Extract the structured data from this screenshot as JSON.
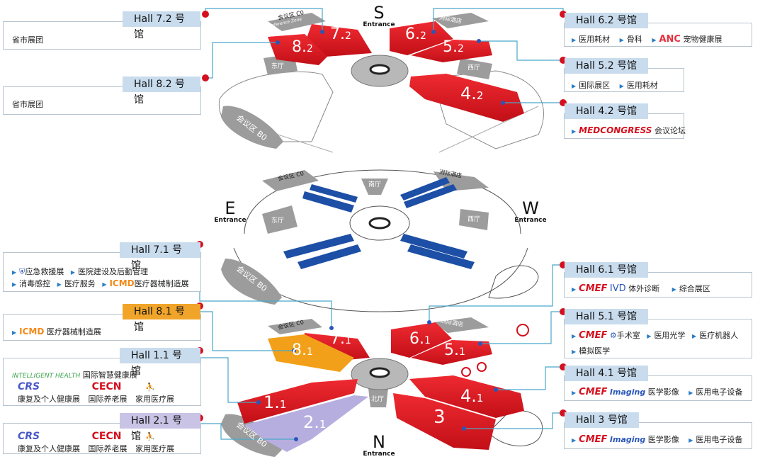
{
  "compass": {
    "s": {
      "letter": "S",
      "entrance": "Entrance"
    },
    "e": {
      "letter": "E",
      "entrance": "Entrance"
    },
    "w": {
      "letter": "W",
      "entrance": "Entrance"
    },
    "n": {
      "letter": "N",
      "entrance": "Entrance"
    }
  },
  "map_labels": {
    "conf_c0": "会议区 C0",
    "conf_zone": "Conference Zone",
    "conf_b0": "会议区 B0",
    "hotel": "洲际酒店",
    "east_hall": "东厅",
    "west_hall": "西厅",
    "south_hall": "南厅",
    "north_hall": "北厅"
  },
  "halls": {
    "h72": {
      "big": "7.",
      "small": "2"
    },
    "h82": {
      "big": "8.",
      "small": "2"
    },
    "h62": {
      "big": "6.",
      "small": "2"
    },
    "h52": {
      "big": "5.",
      "small": "2"
    },
    "h42": {
      "big": "4.",
      "small": "2"
    },
    "h71": {
      "big": "7.",
      "small": "1"
    },
    "h81": {
      "big": "8.",
      "small": "1"
    },
    "h61": {
      "big": "6.",
      "small": "1"
    },
    "h51": {
      "big": "5.",
      "small": "1"
    },
    "h11": {
      "big": "1.",
      "small": "1"
    },
    "h21": {
      "big": "2.",
      "small": "1"
    },
    "h41": {
      "big": "4.",
      "small": "1"
    },
    "h3": {
      "big": "3",
      "small": ""
    }
  },
  "cards": {
    "hall72": {
      "title": "Hall 7.2 号馆",
      "line1": "省市展团"
    },
    "hall82": {
      "title": "Hall 8.2 号馆",
      "line1": "省市展团"
    },
    "hall62": {
      "title": "Hall 6.2 号馆",
      "items": [
        "医用耗材",
        "骨科"
      ],
      "anc": "ANC",
      "anc_text": "宠物健康展"
    },
    "hall52": {
      "title": "Hall 5.2 号馆",
      "items": [
        "国际展区",
        "医用耗材"
      ]
    },
    "hall42": {
      "title": "Hall 4.2 号馆",
      "logo": "MEDCONGRESS",
      "text": "会议论坛"
    },
    "hall71": {
      "title": "Hall 7.1 号馆",
      "items": [
        "应急救援展",
        "医院建设及后勤管理",
        "消毒感控",
        "医疗服务"
      ],
      "icmd": "ICMD",
      "icmd_text": "医疗器械制造展"
    },
    "hall81": {
      "title": "Hall 8.1 号馆",
      "icmd": "ICMD",
      "icmd_text": "医疗器械制造展"
    },
    "hall11": {
      "title": "Hall 1.1 号馆",
      "int_logo": "INTELLIGENT HEALTH",
      "int_text": "国际智慧健康展",
      "crs": "CRS",
      "crs_text": "康复及个人健康展",
      "cecn": "CECN",
      "cecn_text": "国际养老展",
      "home_text": "家用医疗展"
    },
    "hall21": {
      "title": "Hall 2.1 号馆",
      "crs": "CRS",
      "crs_text": "康复及个人健康展",
      "cecn": "CECN",
      "cecn_text": "国际养老展",
      "home_text": "家用医疗展"
    },
    "hall61": {
      "title": "Hall 6.1 号馆",
      "cmef": "CMEF",
      "ivd": "IVD",
      "ivd_text": "体外诊断",
      "item": "综合展区"
    },
    "hall51": {
      "title": "Hall 5.1 号馆",
      "cmef": "CMEF",
      "cmef_text": "手术室",
      "items": [
        "医用光学",
        "医疗机器人",
        "模拟医学"
      ]
    },
    "hall41": {
      "title": "Hall 4.1 号馆",
      "cmef": "CMEF",
      "imaging": "Imaging",
      "img_text": "医学影像",
      "item": "医用电子设备"
    },
    "hall3": {
      "title": "Hall 3 号馆",
      "cmef": "CMEF",
      "imaging": "Imaging",
      "img_text": "医学影像",
      "item": "医用电子设备"
    }
  },
  "colors": {
    "hall_red": "#e11d25",
    "hall_orange": "#f2a019",
    "hall_purple": "#b7aee0",
    "hall_blue": "#1c4fa5",
    "grey": "#9c9c9c",
    "title_blue": "#c9dcee",
    "title_orange": "#f0a52a",
    "title_purple": "#c9c3e6",
    "dot_red": "#d5101e"
  }
}
